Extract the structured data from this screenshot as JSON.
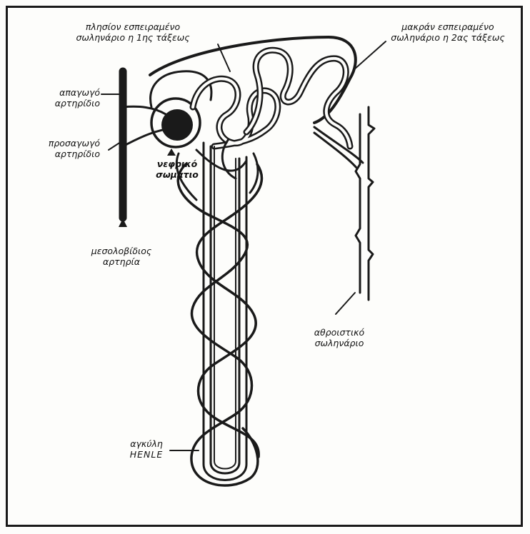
{
  "labels": {
    "proximal_tubule": [
      "πλησίον εσπειραμένο",
      "σωληνάριο η 1ης τάξεως"
    ],
    "distal_tubule": [
      "μακράν εσπειραμένο",
      "σωληνάριο η 2ας τάξεως"
    ],
    "efferent_arteriole": [
      "απαγωγό",
      "αρτηρίδιο"
    ],
    "afferent_arteriole": [
      "προσαγωγό",
      "αρτηρίδιο"
    ],
    "renal_corpuscle": [
      "νεφρικό",
      "σωμάτιο"
    ],
    "interlobular_artery": [
      "μεσολοβίδιος",
      "αρτηρία"
    ],
    "collecting_duct": [
      "αθροιστικό",
      "σωληνάριο"
    ],
    "loop_of_henle": [
      "αγκύλη",
      "HENLE"
    ]
  },
  "colors": {
    "ink": "#1a1a1a",
    "background": "#fdfdfb"
  }
}
